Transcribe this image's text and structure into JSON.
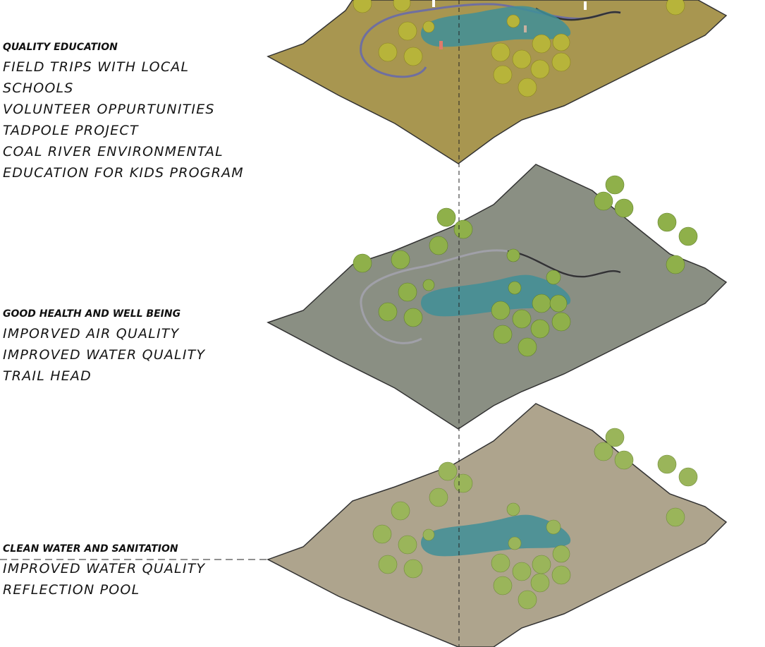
{
  "layers": [
    {
      "id": "education",
      "heading": "QUALITY EDUCATION",
      "items": [
        "FIELD TRIPS WITH LOCAL",
        "SCHOOLS",
        "VOLUNTEER OPPURTUNITIES",
        "TADPOLE PROJECT",
        "COAL RIVER ENVIRONMENTAL",
        "EDUCATION FOR KIDS PROGRAM"
      ],
      "fill": "#a89650",
      "trail": "#7a7aa0",
      "tree": "#b7b43a"
    },
    {
      "id": "health",
      "heading": "GOOD HEALTH AND WELL BEING",
      "items": [
        "IMPORVED AIR QUALITY",
        "IMPROVED WATER QUALITY",
        "TRAIL HEAD"
      ],
      "fill": "#8a8f83",
      "trail": "#9a9aa6",
      "tree": "#8fb04a"
    },
    {
      "id": "water",
      "heading": "CLEAN WATER AND SANITATION",
      "items": [
        "IMPROVED WATER QUALITY",
        "REFLECTION POOL"
      ],
      "fill": "#aea48d",
      "trail": "",
      "tree": "#9ab55a"
    }
  ],
  "colors": {
    "water": "#3f8f98",
    "outline": "#333333",
    "dashed_line": "#222222"
  }
}
